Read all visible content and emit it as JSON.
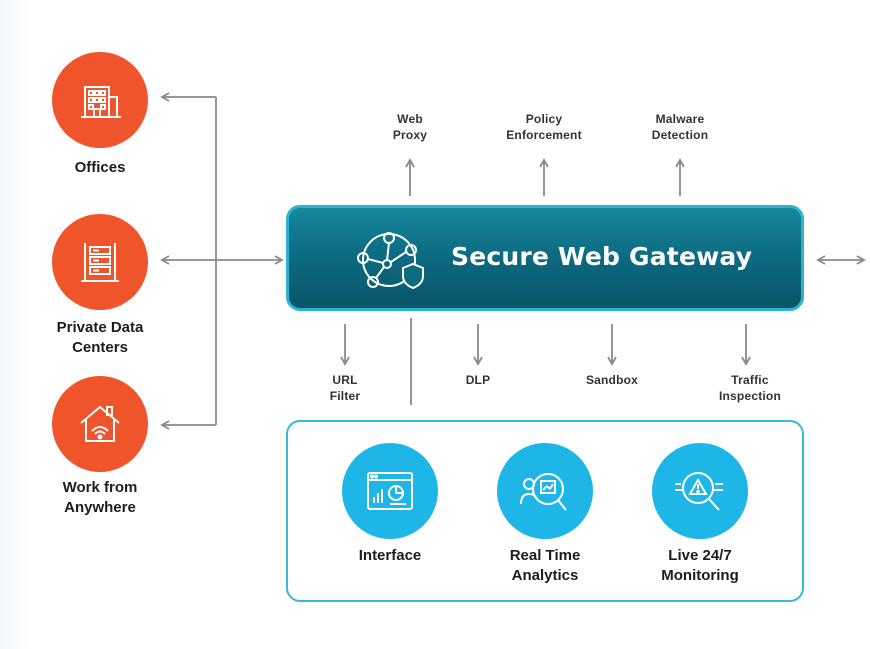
{
  "left_nodes": [
    {
      "label_lines": [
        "Offices"
      ],
      "icon": "office-building-icon"
    },
    {
      "label_lines": [
        "Private Data",
        "Centers"
      ],
      "icon": "server-rack-icon"
    },
    {
      "label_lines": [
        "Work from",
        "Anywhere"
      ],
      "icon": "home-wifi-icon"
    }
  ],
  "gateway": {
    "title": "Secure Web Gateway",
    "icon": "network-shield-icon"
  },
  "outputs_top": [
    {
      "lines": [
        "Web",
        "Proxy"
      ]
    },
    {
      "lines": [
        "Policy",
        "Enforcement"
      ]
    },
    {
      "lines": [
        "Malware",
        "Detection"
      ]
    }
  ],
  "outputs_bottom": [
    {
      "lines": [
        "URL",
        "Filter"
      ]
    },
    {
      "lines": [
        "DLP"
      ]
    },
    {
      "lines": [
        "Sandbox"
      ]
    },
    {
      "lines": [
        "Traffic",
        "Inspection"
      ]
    }
  ],
  "features": [
    {
      "lines": [
        "Interface"
      ],
      "icon": "dashboard-interface-icon"
    },
    {
      "lines": [
        "Real Time",
        "Analytics"
      ],
      "icon": "analytics-magnifier-icon"
    },
    {
      "lines": [
        "Live 24/7",
        "Monitoring"
      ],
      "icon": "alert-monitor-icon"
    }
  ],
  "colors": {
    "orange": "#f0542a",
    "teal_dark": "#0c6a80",
    "cyan": "#1eb6e6",
    "border_cyan": "#38b8dc",
    "line_gray": "#8a8a8a"
  }
}
